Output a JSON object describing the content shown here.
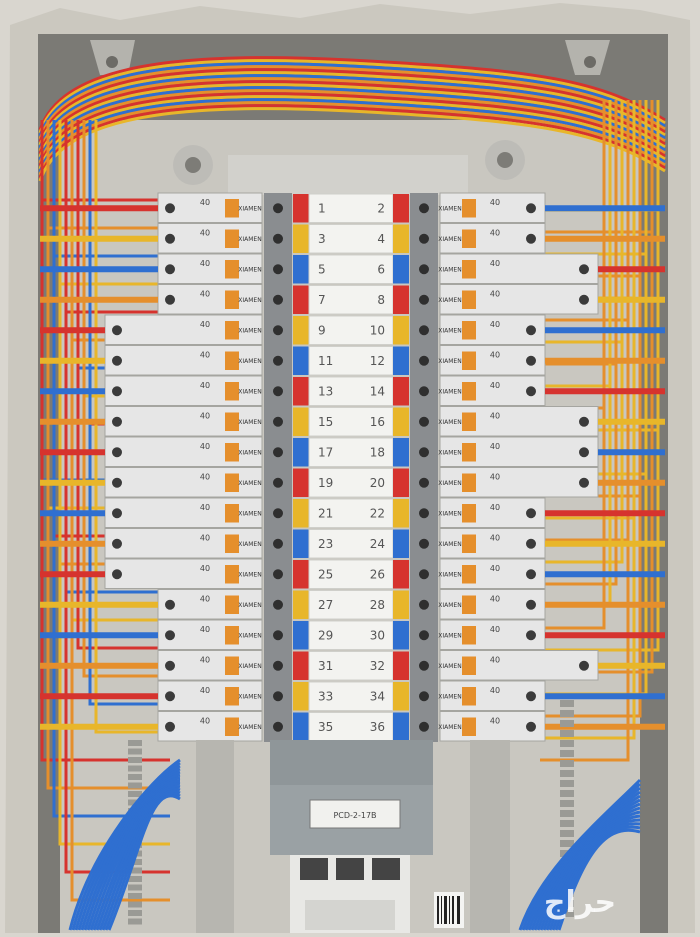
{
  "photo": {
    "subject": "electrical distribution panel with circuit breakers",
    "colors": {
      "wire_red": "#d6332e",
      "wire_yellow": "#e8b62a",
      "wire_blue": "#2f6fd0",
      "wire_orange": "#e58f2c",
      "breaker_body": "#e6e6e6",
      "busbar": "#8a8d90",
      "plaster": "#cfccc4"
    }
  },
  "center_labels": [
    "1",
    "3",
    "5",
    "7",
    "9",
    "11",
    "13",
    "15",
    "17",
    "19",
    "21",
    "23",
    "25",
    "27",
    "29",
    "31",
    "33",
    "35"
  ],
  "right_labels": [
    "2",
    "4",
    "6",
    "8",
    "10",
    "12",
    "14",
    "16",
    "18",
    "20",
    "22",
    "24",
    "26",
    "28",
    "30",
    "32",
    "34",
    "36"
  ],
  "breaker_brand": "XIAMEN",
  "rating_text": "40",
  "main_switch_label": "PCD-2-17B",
  "watermark": "حراج"
}
